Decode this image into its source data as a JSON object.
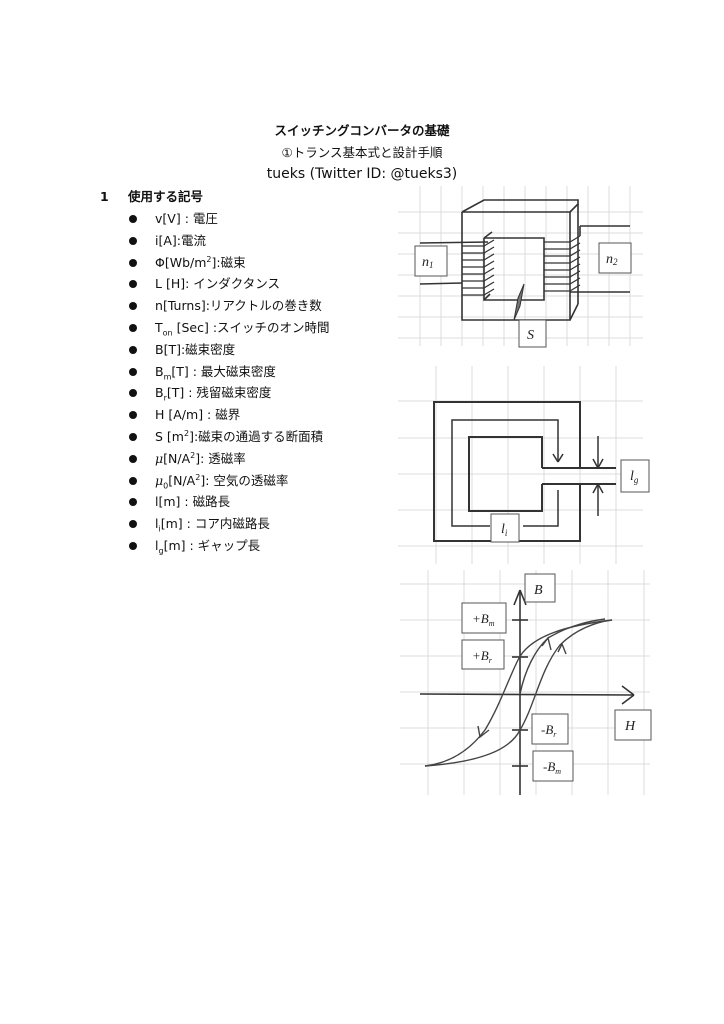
{
  "header": {
    "title": "スイッチングコンバータの基礎",
    "subtitle": "①トランス基本式と設計手順",
    "author": "tueks (Twitter ID: @tueks3)"
  },
  "section": {
    "number": "1",
    "heading": "使用する記号"
  },
  "symbols": [
    {
      "sym": "v",
      "sub": "",
      "unit": "[V]",
      "sup": "",
      "unit_end": "",
      "desc": " : 電圧"
    },
    {
      "sym": "i",
      "sub": "",
      "unit": "[A]",
      "sup": "",
      "unit_end": "",
      "desc": ":電流"
    },
    {
      "sym": "Φ",
      "sub": "",
      "unit": "[Wb/m",
      "sup": "2",
      "unit_end": "]",
      "desc": ":磁束"
    },
    {
      "sym": "L",
      "sub": "",
      "unit": " [H]",
      "sup": "",
      "unit_end": "",
      "desc": ": インダクタンス"
    },
    {
      "sym": "n",
      "sub": "",
      "unit": "[Turns]",
      "sup": "",
      "unit_end": "",
      "desc": ":リアクトルの巻き数"
    },
    {
      "sym": "T",
      "sub": "on",
      "unit": " [Sec]",
      "sup": "",
      "unit_end": "",
      "desc": " :スイッチのオン時間"
    },
    {
      "sym": "B",
      "sub": "",
      "unit": "[T]",
      "sup": "",
      "unit_end": "",
      "desc": ":磁束密度"
    },
    {
      "sym": "B",
      "sub": "m",
      "unit": "[T]",
      "sup": "",
      "unit_end": "",
      "desc": " : 最大磁束密度"
    },
    {
      "sym": "B",
      "sub": "r",
      "unit": "[T]",
      "sup": "",
      "unit_end": "",
      "desc": " : 残留磁束密度"
    },
    {
      "sym": "H",
      "sub": "",
      "unit": " [A/m]",
      "sup": "",
      "unit_end": "",
      "desc": " : 磁界"
    },
    {
      "sym": "S",
      "sub": "",
      "unit": " [m",
      "sup": "2",
      "unit_end": "]",
      "desc": ":磁束の通過する断面積"
    },
    {
      "sym": "μ",
      "sub": "",
      "unit": "[N/A",
      "sup": "2",
      "unit_end": "]",
      "desc": ": 透磁率"
    },
    {
      "sym": "μ",
      "sub": "0",
      "unit": "[N/A",
      "sup": "2",
      "unit_end": "]",
      "desc": ": 空気の透磁率"
    },
    {
      "sym": "l",
      "sub": "",
      "unit": "[m]",
      "sup": "",
      "unit_end": "",
      "desc": " : 磁路長"
    },
    {
      "sym": "l",
      "sub": "i",
      "unit": "[m]",
      "sup": "",
      "unit_end": "",
      "desc": " : コア内磁路長"
    },
    {
      "sym": "l",
      "sub": "g",
      "unit": "[m]",
      "sup": "",
      "unit_end": "",
      "desc": " : ギャップ長"
    }
  ],
  "diagrams": {
    "transformer": {
      "label_n1": "n",
      "label_n1_sub": "1",
      "label_n2": "n",
      "label_n2_sub": "2",
      "label_s": "S"
    },
    "gapped_core": {
      "label_lg": "l",
      "label_lg_sub": "g",
      "label_li": "l",
      "label_li_sub": "i"
    },
    "hysteresis": {
      "axis_b": "B",
      "axis_h": "H",
      "label_pos_bm": "+B",
      "label_pos_bm_sub": "m",
      "label_pos_br": "+B",
      "label_pos_br_sub": "r",
      "label_neg_br": "-B",
      "label_neg_br_sub": "r",
      "label_neg_bm": "-B",
      "label_neg_bm_sub": "m"
    }
  },
  "colors": {
    "ink": "#333333",
    "grid": "#d8d8d8",
    "text": "#111111"
  }
}
